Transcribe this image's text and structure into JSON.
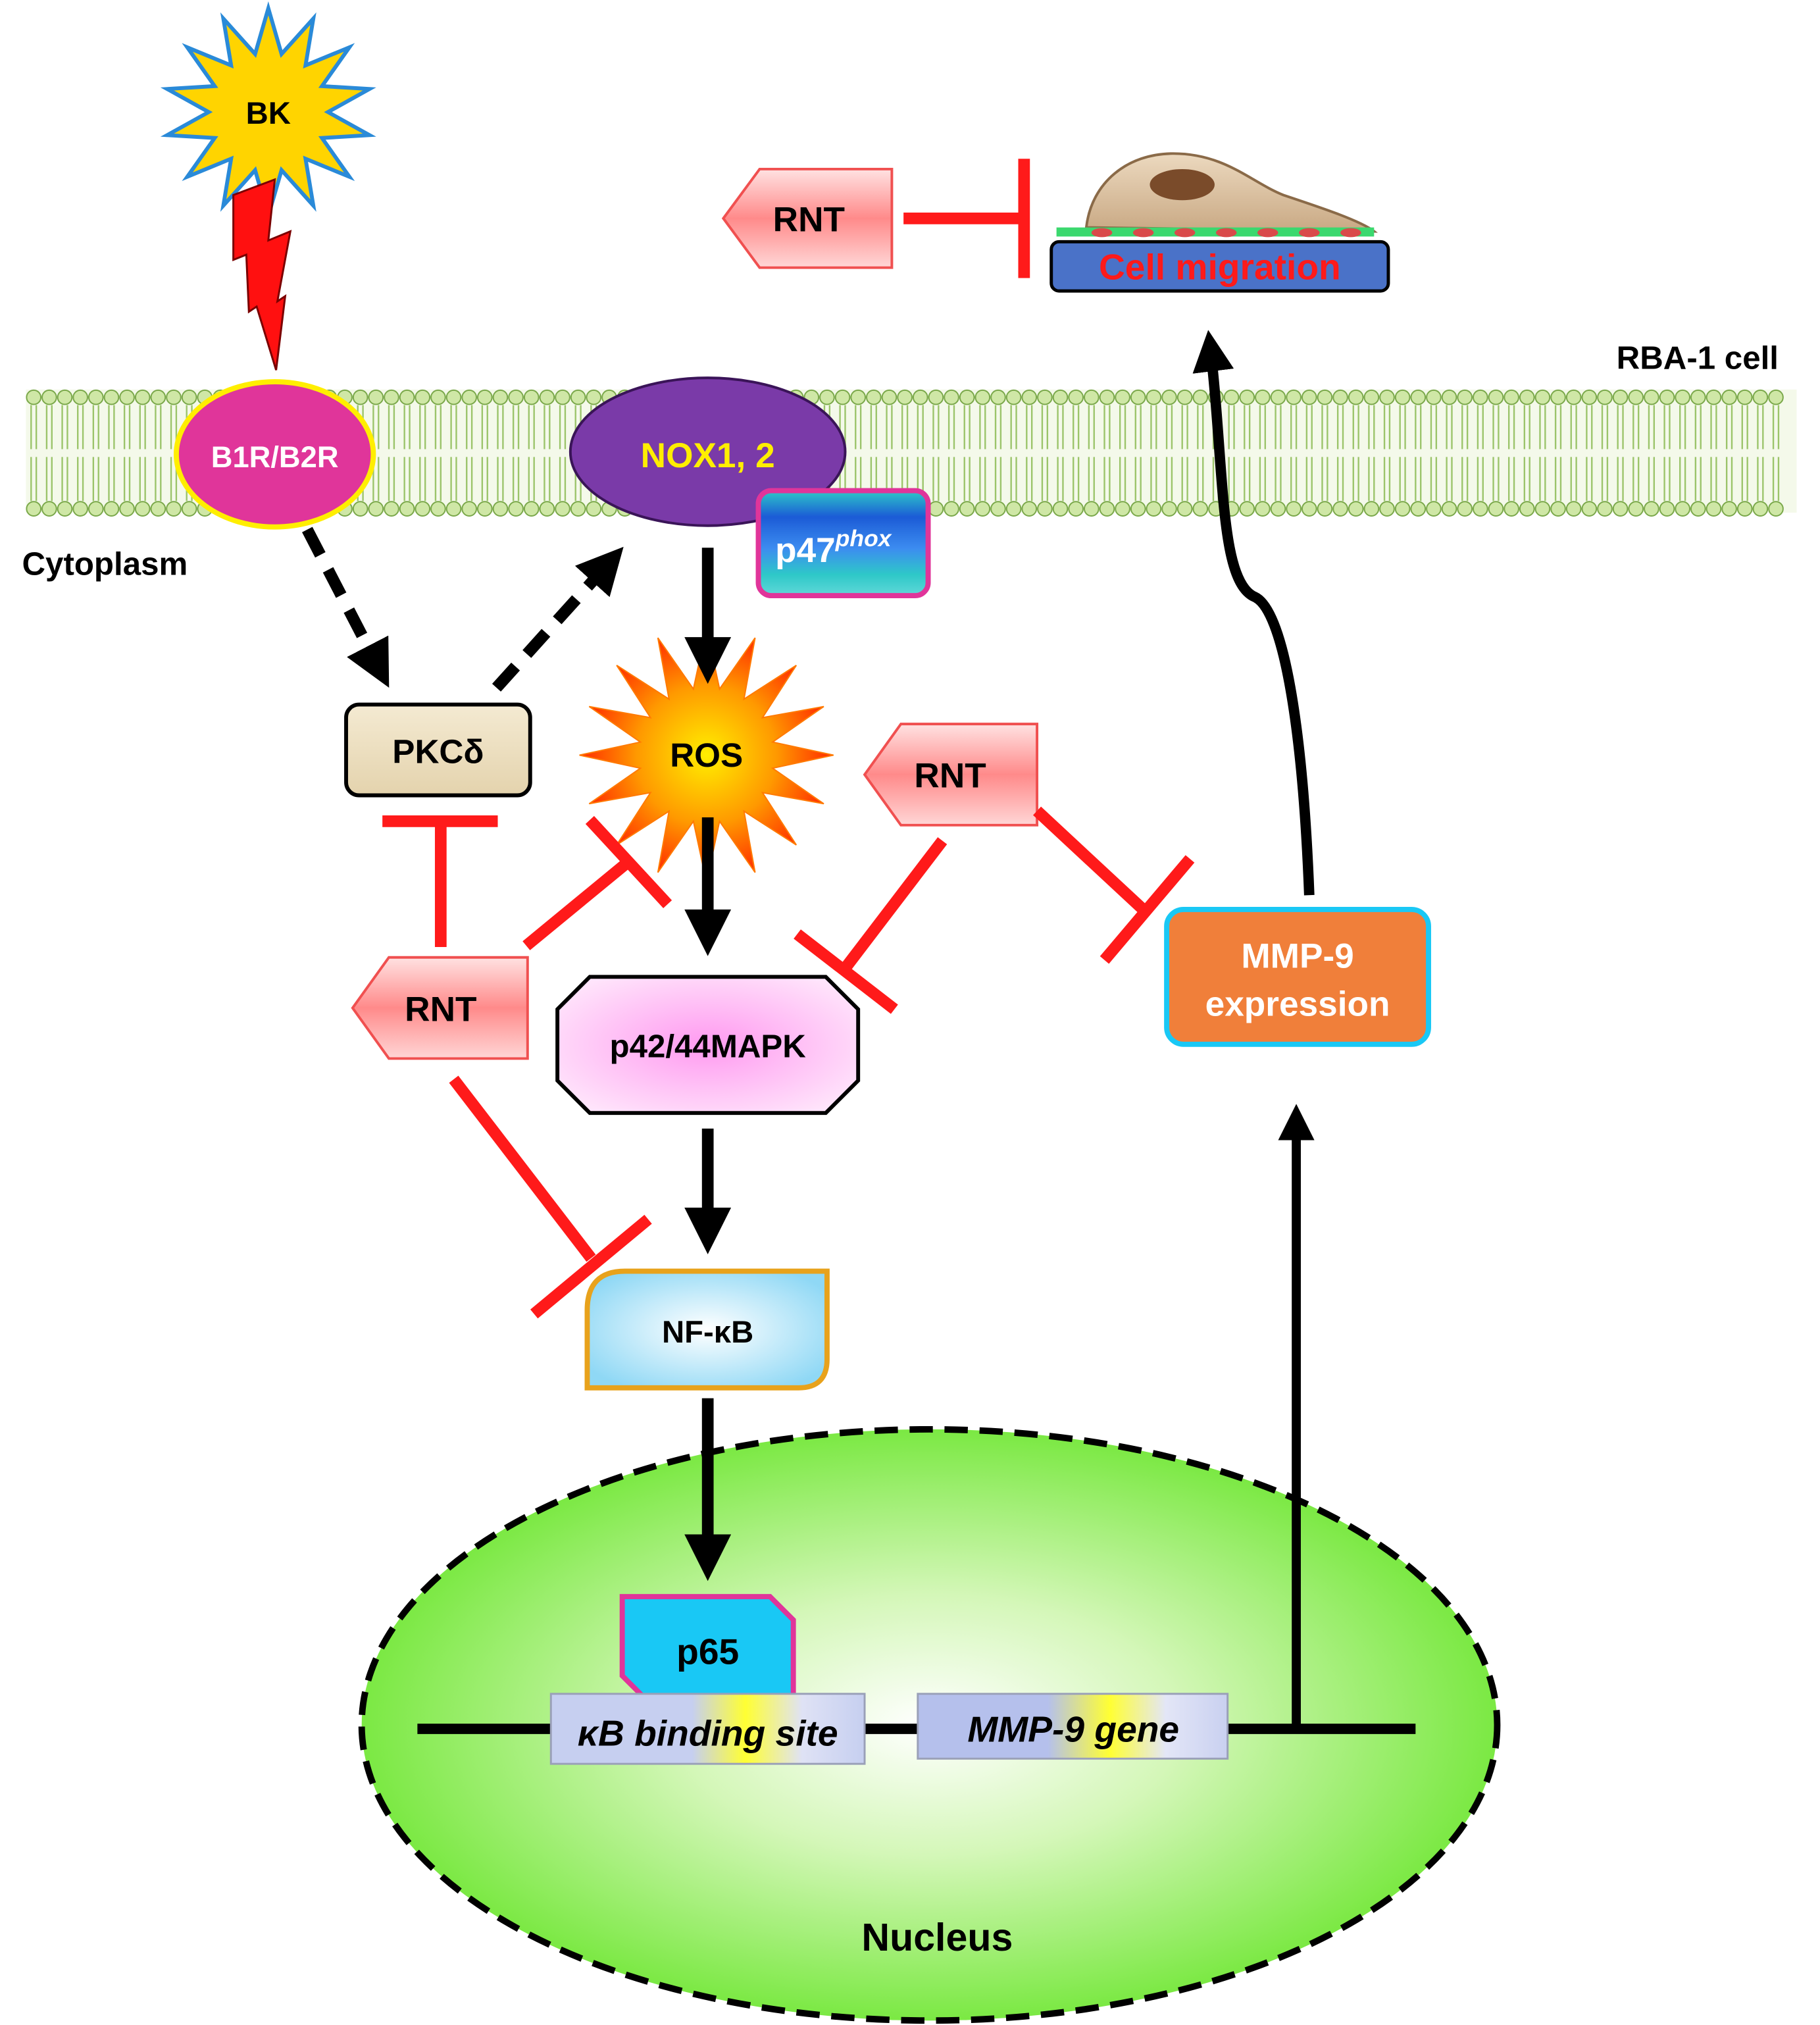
{
  "labels": {
    "bk": "BK",
    "receptor": "B1R/B2R",
    "nox": "NOX1, 2",
    "p47_main": "p47",
    "p47_sup": "phox",
    "cytoplasm": "Cytoplasm",
    "cell_name": "RBA-1  cell",
    "pkc": "PKCδ",
    "ros": "ROS",
    "mapk": "p42/44MAPK",
    "nfkb": "NF-κB",
    "p65": "p65",
    "kb_site": "κB binding site",
    "mmp9_gene": "MMP-9 gene",
    "mmp9_expr_line1": "MMP-9",
    "mmp9_expr_line2": "expression",
    "cell_migration": "Cell migration",
    "nucleus": "Nucleus",
    "rnt_top": "RNT",
    "rnt_right": "RNT",
    "rnt_left": "RNT"
  },
  "colors": {
    "inhibit": "#ff1a1a",
    "arrow": "#000000",
    "membrane": "#cfe7a6",
    "receptor": "#e0359a",
    "nox": "#7a3aa8",
    "nucleus": "#7be83a",
    "mmp9_box": "#f07f3a",
    "rnt": "#ff7a7a"
  }
}
